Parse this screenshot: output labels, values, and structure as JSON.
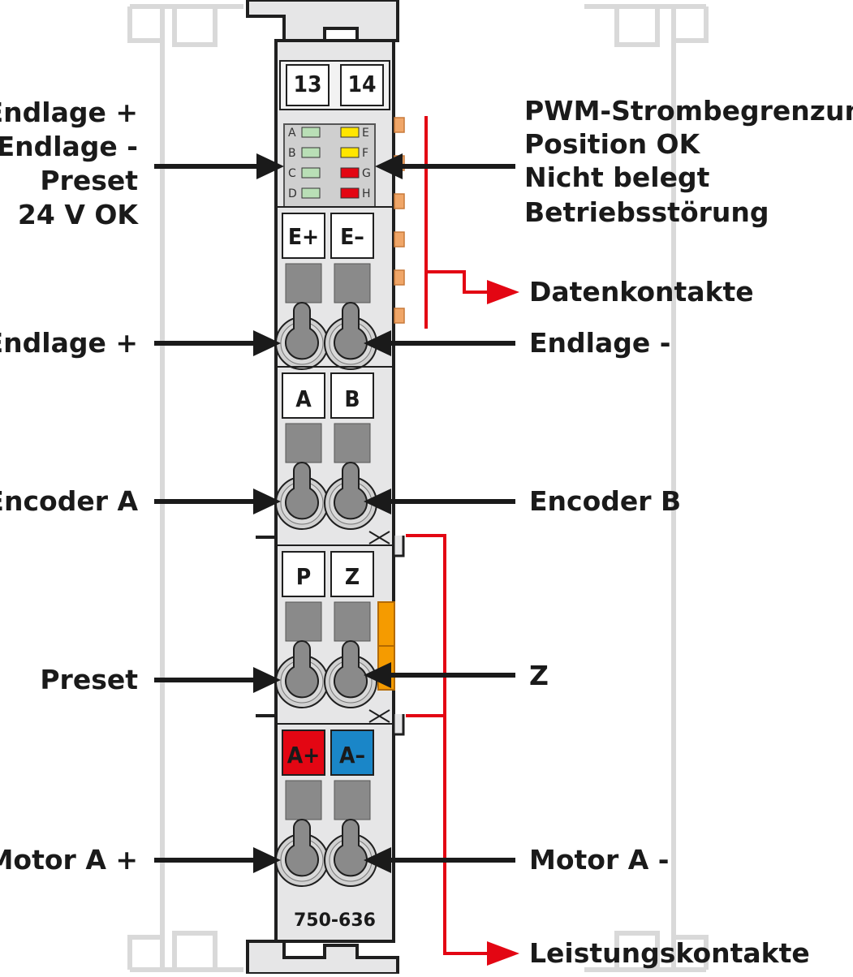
{
  "module": {
    "part_number": "750-636",
    "top_numbers": [
      "13",
      "14"
    ],
    "colors": {
      "housing": "#e6e6e7",
      "rail": "#d8d8d8",
      "clamp": "#8a8a8a",
      "outline": "#1f1f1f",
      "arrow": "#1a1a1a",
      "bus_line": "#e30613",
      "contact": "#f0a668",
      "led_green": "#b9dfb6",
      "led_yellow": "#ffe600",
      "led_red": "#e30613",
      "tag_red": "#e30613",
      "tag_blue": "#1a86c8",
      "orange_bar": "#f59b00"
    }
  },
  "leds": {
    "left": [
      "A",
      "B",
      "C",
      "D"
    ],
    "right": [
      "E",
      "F",
      "G",
      "H"
    ],
    "left_colors": [
      "green",
      "green",
      "green",
      "green"
    ],
    "right_colors": [
      "yellow",
      "yellow",
      "red",
      "red"
    ]
  },
  "terminals": [
    {
      "left": "E+",
      "right": "E–"
    },
    {
      "left": "A",
      "right": "B"
    },
    {
      "left": "P",
      "right": "Z"
    },
    {
      "left": "A+",
      "right": "A–"
    }
  ],
  "labels": {
    "led_left": [
      "Endlage +",
      "Endlage -",
      "Preset",
      "24 V OK"
    ],
    "led_right": [
      "PWM-Strombegrenzung",
      "Position OK",
      "Nicht belegt",
      "Betriebsstörung"
    ],
    "datenkontakte": "Datenkontakte",
    "leistungskontakte": "Leistungskontakte",
    "row1_left": "Endlage +",
    "row1_right": "Endlage -",
    "row2_left": "Encoder A",
    "row2_right": "Encoder B",
    "row3_left": "Preset",
    "row3_right": "Z",
    "row4_left": "Motor A +",
    "row4_right": "Motor A -"
  }
}
